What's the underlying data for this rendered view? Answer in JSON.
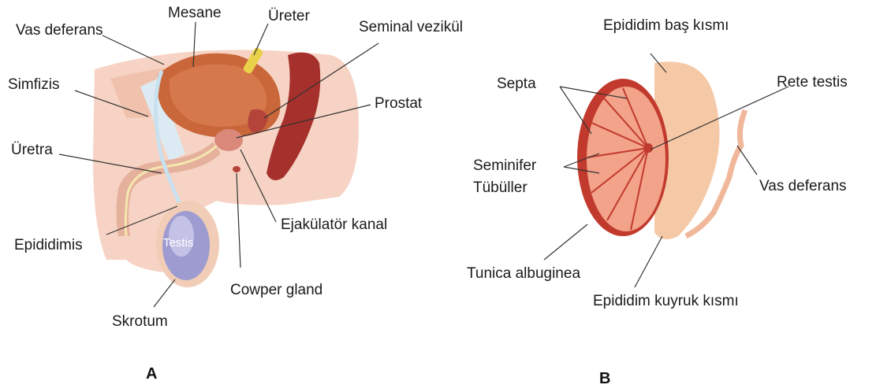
{
  "figure_a": {
    "panel_label": "A",
    "labels": {
      "mesane": "Mesane",
      "ureter": "Üreter",
      "vas_deferens": "Vas deferans",
      "seminal_vezikul": "Seminal vezikül",
      "simfizis": "Simfizis",
      "prostat": "Prostat",
      "uretra": "Üretra",
      "ejakulator_kanal": "Ejakülatör kanal",
      "epididimis": "Epididimis",
      "cowper_gland": "Cowper gland",
      "skrotum": "Skrotum",
      "testis": "Testis"
    }
  },
  "figure_b": {
    "panel_label": "B",
    "labels": {
      "epididim_bas": "Epididim baş kısmı",
      "septa": "Septa",
      "rete_testis": "Rete testis",
      "seminifer_1": "Seminifer",
      "seminifer_2": "Tübüller",
      "vas_deferans": "Vas deferans",
      "tunica_albuginea": "Tunica albuginea",
      "epididim_kuyruk": "Epididim kuyruk kısmı"
    }
  }
}
